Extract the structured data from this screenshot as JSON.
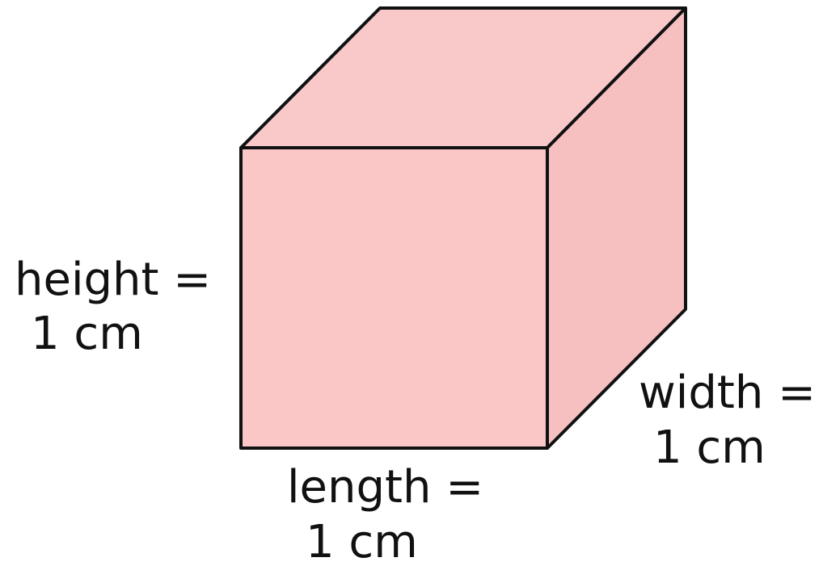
{
  "labels": {
    "height": {
      "line1": "height =",
      "line2": "1 cm"
    },
    "width": {
      "line1": "width =",
      "line2": "1 cm"
    },
    "length": {
      "line1": "length =",
      "line2": "1 cm"
    }
  },
  "colors": {
    "front_face": "#fac6c6",
    "top_face": "#f9c9c9",
    "side_face": "#f6c0c0",
    "edge": "#111111",
    "text": "#111111",
    "background": "#ffffff"
  }
}
